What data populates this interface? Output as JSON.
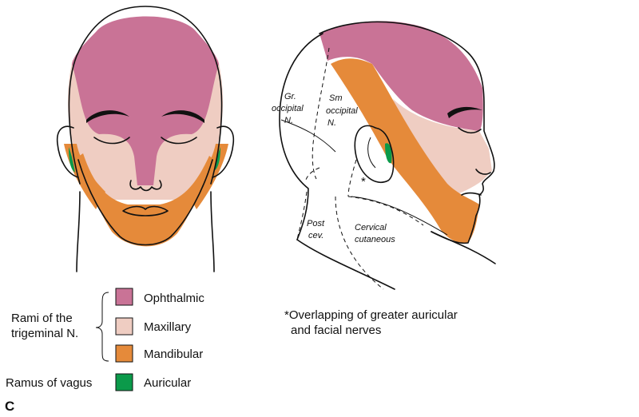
{
  "colors": {
    "ophthalmic": "#c97396",
    "maxillary": "#efcdc2",
    "mandibular": "#e58a3a",
    "auricular": "#0b9a4a"
  },
  "labels": {
    "gr_occipital_1": "Gr.",
    "gr_occipital_2": "occipital",
    "gr_occipital_3": "N.",
    "sm_occipital_1": "Sm",
    "sm_occipital_2": "occipital",
    "sm_occipital_3": "N.",
    "post_cev_1": "Post",
    "post_cev_2": "cev.",
    "cervical_1": "Cervical",
    "cervical_2": "cutaneous",
    "asterisk": "*"
  },
  "legend": {
    "group1_1": "Rami of the",
    "group1_2": "trigeminal N.",
    "group2": "Ramus of vagus",
    "items": [
      {
        "label": "Ophthalmic",
        "color": "#c97396"
      },
      {
        "label": "Maxillary",
        "color": "#efcdc2"
      },
      {
        "label": "Mandibular",
        "color": "#e58a3a"
      },
      {
        "label": "Auricular",
        "color": "#0b9a4a"
      }
    ]
  },
  "note": {
    "line1": "*Overlapping of greater auricular",
    "line2": "and facial nerves"
  },
  "panel_letter": "C"
}
